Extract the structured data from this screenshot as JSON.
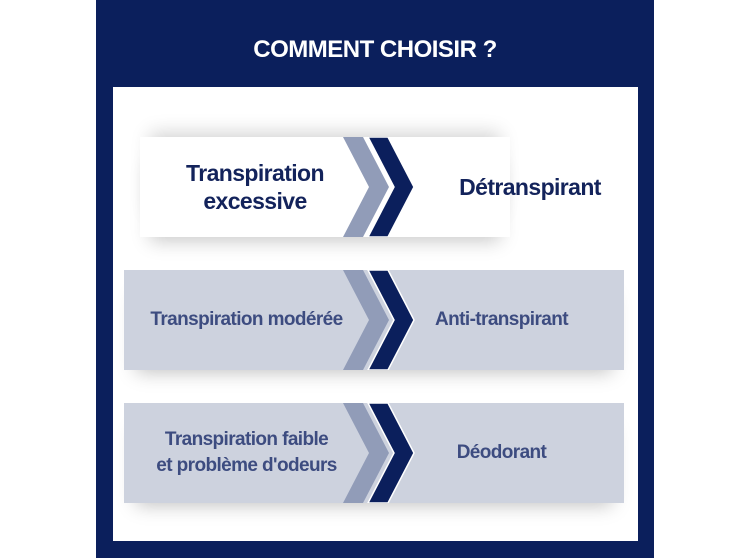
{
  "title": "COMMENT CHOISIR ?",
  "rows": [
    {
      "condition": "Transpiration excessive",
      "condition_lines": [
        "Transpiration",
        "excessive"
      ],
      "product": "Détranspirant"
    },
    {
      "condition": "Transpiration modérée",
      "condition_lines": [
        "Transpiration modérée"
      ],
      "product": "Anti-transpirant"
    },
    {
      "condition": "Transpiration faible et problème d'odeurs",
      "condition_lines": [
        "Transpiration faible",
        "et problème d'odeurs"
      ],
      "product": "Déodorant"
    }
  ],
  "colors": {
    "navy": "#0b1f5c",
    "chevron_light": "#919cb8",
    "row_gray": "#cdd2de"
  }
}
